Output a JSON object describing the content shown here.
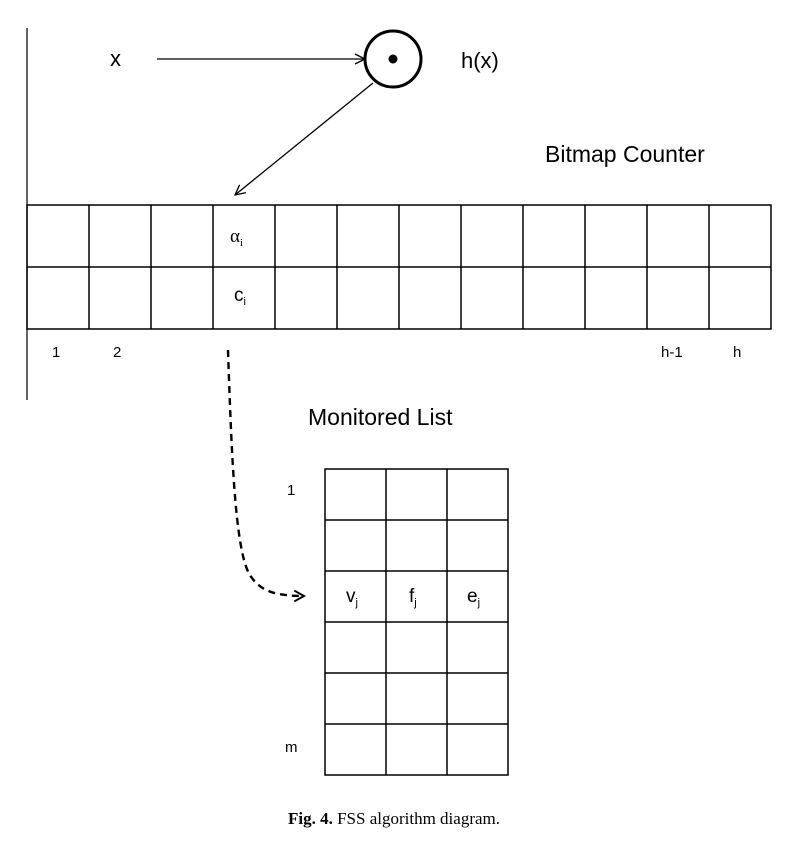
{
  "input_label": "x",
  "output_label": "h(x)",
  "bitmap_title": "Bitmap Counter",
  "bitmap_cell_alpha": "α",
  "bitmap_cell_alpha_sub": "i",
  "bitmap_cell_c": "c",
  "bitmap_cell_c_sub": "i",
  "bitmap_index_labels": [
    "1",
    "2",
    "h-1",
    "h"
  ],
  "monitored_title": "Monitored List",
  "monitored_cells": [
    {
      "main": "v",
      "sub": "j"
    },
    {
      "main": "f",
      "sub": "j"
    },
    {
      "main": "e",
      "sub": "j"
    }
  ],
  "monitored_row_labels": [
    "1",
    "m"
  ],
  "caption_prefix": "Fig. 4.",
  "caption_text": " FSS algorithm diagram."
}
